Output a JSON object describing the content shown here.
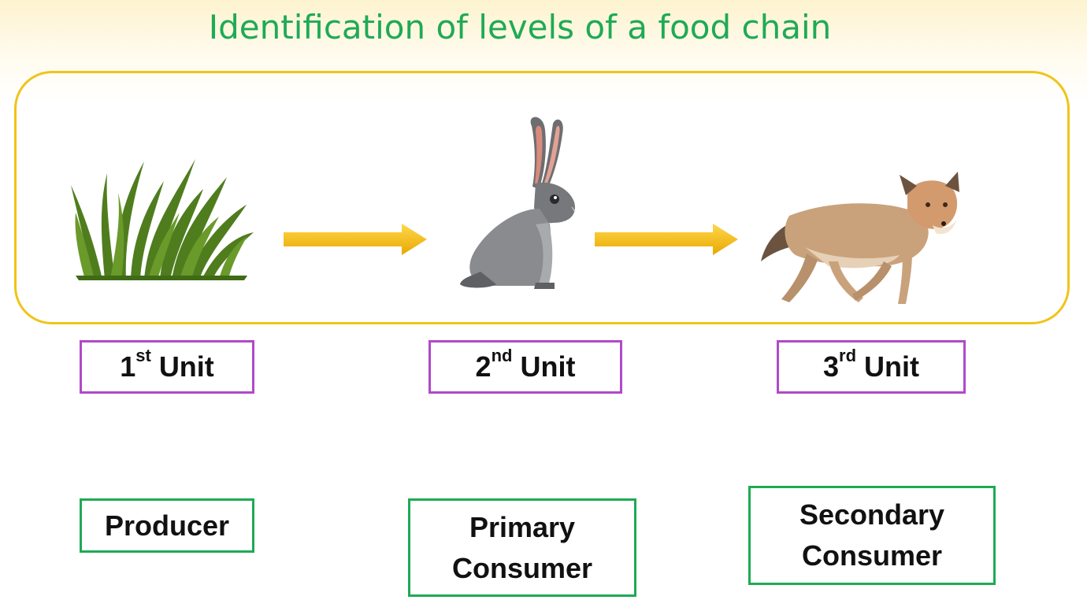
{
  "title": "Identification of levels of a food chain",
  "icons": [
    "grass-icon",
    "arrow-right-icon",
    "rabbit-icon",
    "arrow-right-icon",
    "fox-icon"
  ],
  "colors": {
    "title": "#1faa55",
    "frame": "#f0c419",
    "unit_border": "#b04ac8",
    "role_border": "#1faa55",
    "arrow": "#f5c000"
  },
  "units": [
    {
      "num": "1",
      "sup": "st",
      "word": "Unit"
    },
    {
      "num": "2",
      "sup": "nd",
      "word": "Unit"
    },
    {
      "num": "3",
      "sup": "rd",
      "word": "Unit"
    }
  ],
  "roles": [
    {
      "lines": [
        "Producer"
      ]
    },
    {
      "lines": [
        "Primary",
        "Consumer"
      ]
    },
    {
      "lines": [
        "Secondary",
        "Consumer"
      ]
    }
  ]
}
